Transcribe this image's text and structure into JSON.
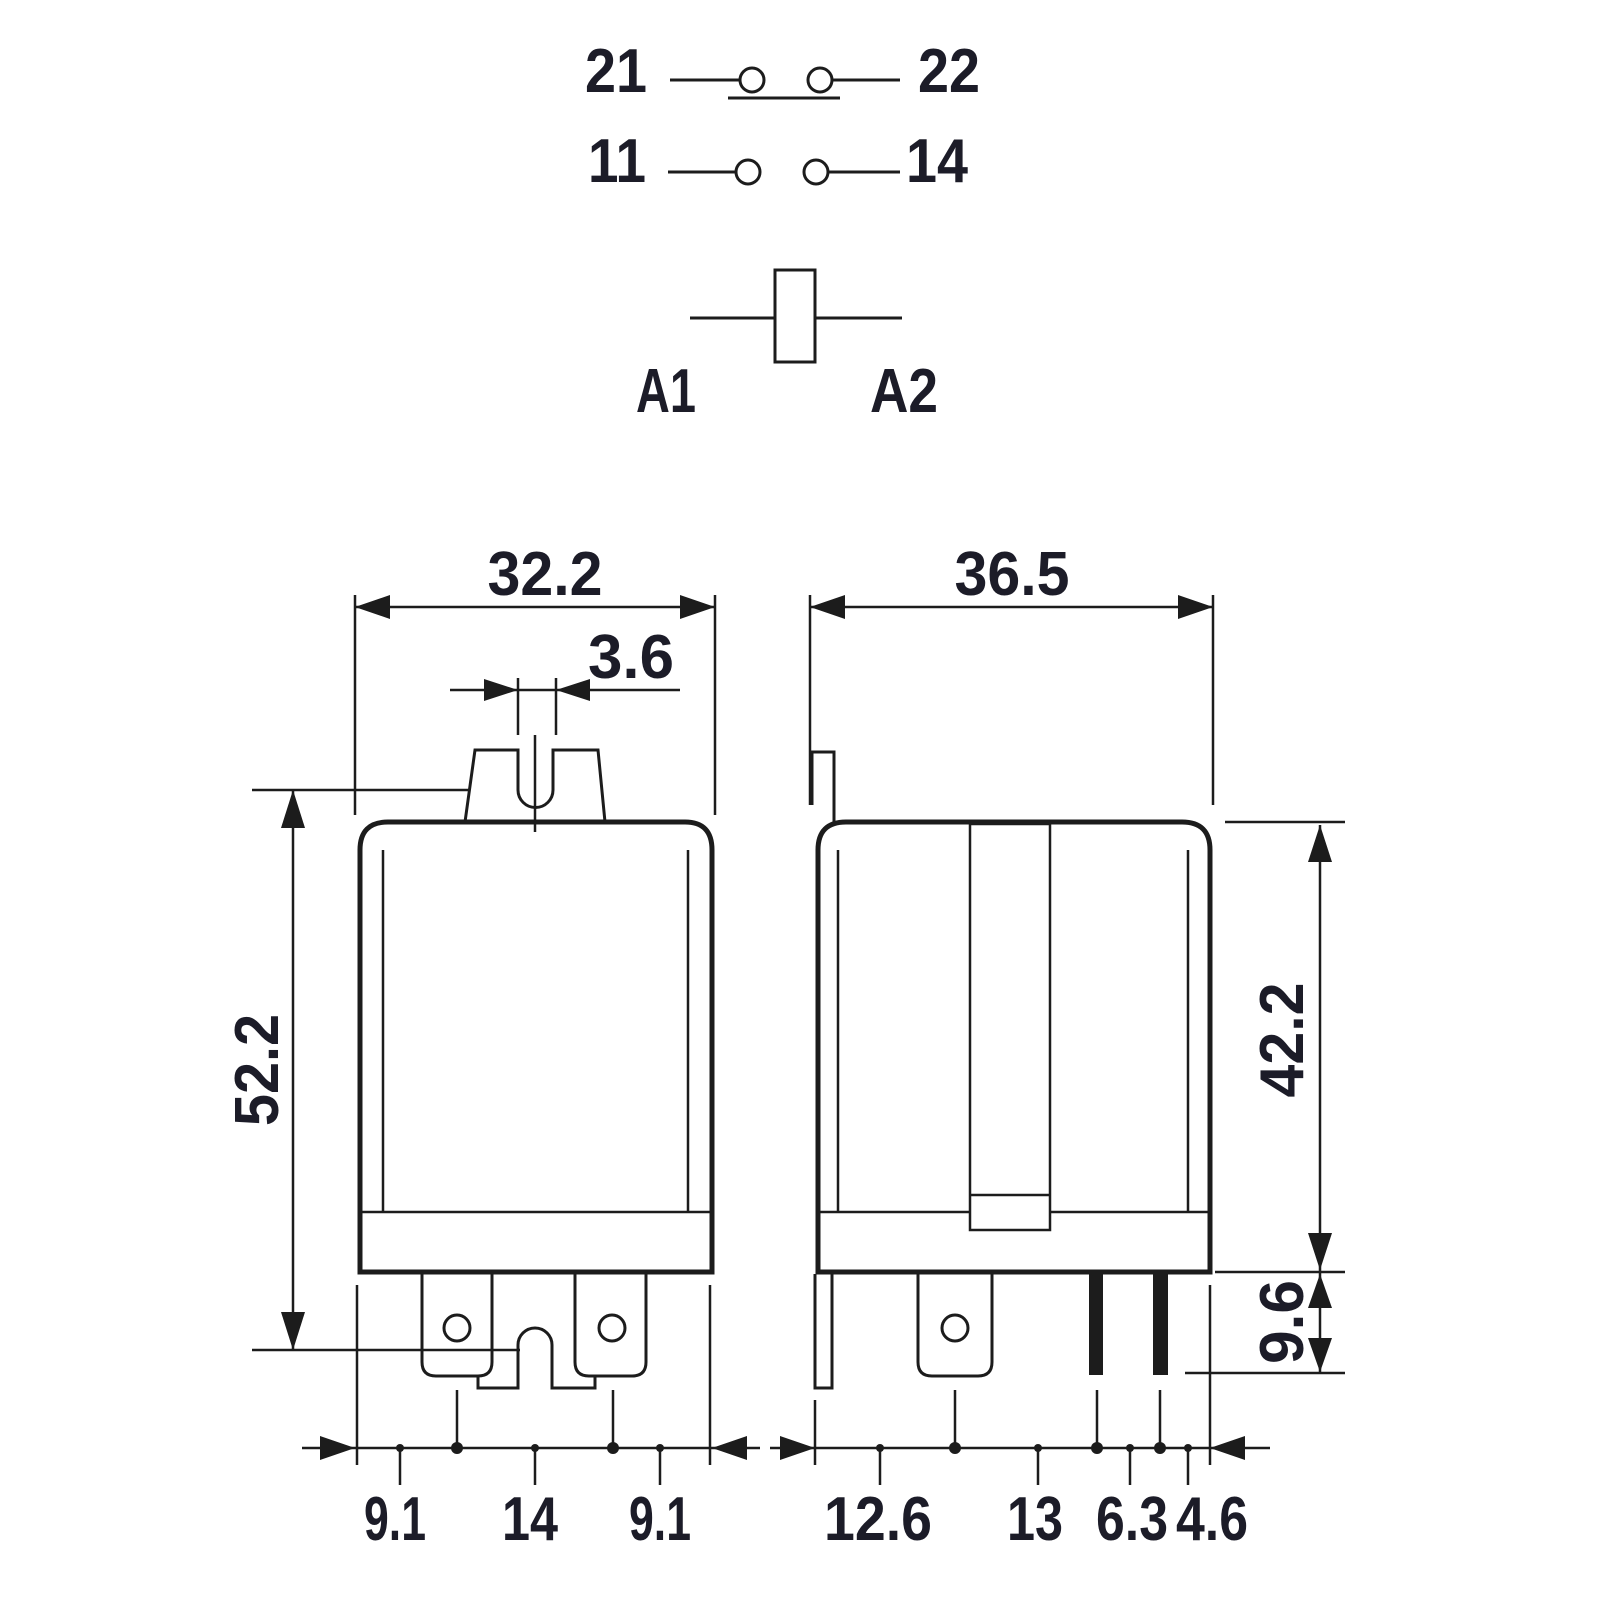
{
  "schematic": {
    "nc_contact": {
      "left": "21",
      "right": "22"
    },
    "no_contact": {
      "left": "11",
      "right": "14"
    },
    "coil": {
      "left": "A1",
      "right": "A2"
    }
  },
  "front_view": {
    "width": "32.2",
    "slot_width": "3.6",
    "height": "52.2",
    "pin_spacing": [
      "9.1",
      "14",
      "9.1"
    ]
  },
  "side_view": {
    "width": "36.5",
    "body_height": "42.2",
    "pin_length": "9.6",
    "pin_spacing": [
      "12.6",
      "13",
      "6.3",
      "4.6"
    ]
  }
}
